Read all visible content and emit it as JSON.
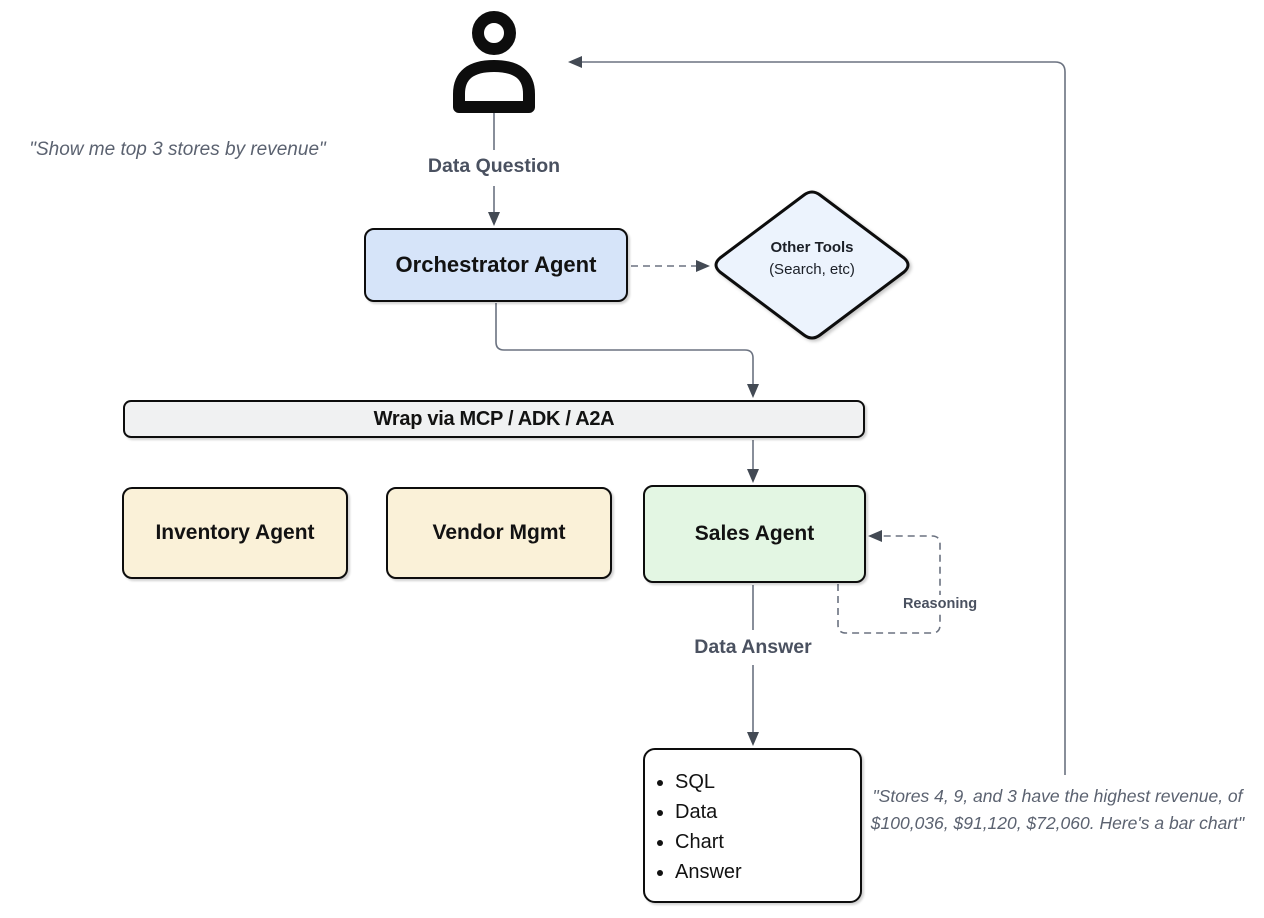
{
  "colors": {
    "orchestrator_fill": "#d6e4f9",
    "other_tools_fill": "#ecf3fd",
    "wrap_bar_fill": "#f0f1f2",
    "worker_agent_fill": "#faf1d8",
    "sales_agent_fill": "#e3f6e3",
    "output_fill": "#ffffff",
    "node_border": "#0d0d0d",
    "connector_line": "#6b7280",
    "arrowhead": "#434a54",
    "edge_label_text": "#4a5160",
    "quote_text": "#5b6270"
  },
  "user": {
    "icon": "person-icon",
    "request_quote": "\"Show me top 3 stores by revenue\""
  },
  "edges": {
    "data_question_label": "Data Question",
    "data_answer_label": "Data Answer",
    "reasoning_label": "Reasoning"
  },
  "nodes": {
    "orchestrator_agent": {
      "label": "Orchestrator Agent"
    },
    "other_tools": {
      "title": "Other Tools",
      "subtitle": "(Search, etc)"
    },
    "wrap_layer": {
      "label": "Wrap via MCP / ADK / A2A"
    },
    "inventory_agent": {
      "label": "Inventory Agent"
    },
    "vendor_mgmt": {
      "label": "Vendor Mgmt"
    },
    "sales_agent": {
      "label": "Sales Agent"
    },
    "output": {
      "items": [
        "SQL",
        "Data",
        "Chart",
        "Answer"
      ]
    }
  },
  "response_quote": "\"Stores 4, 9, and 3 have the highest revenue, of $100,036, $91,120, $72,060. Here's a bar chart\""
}
